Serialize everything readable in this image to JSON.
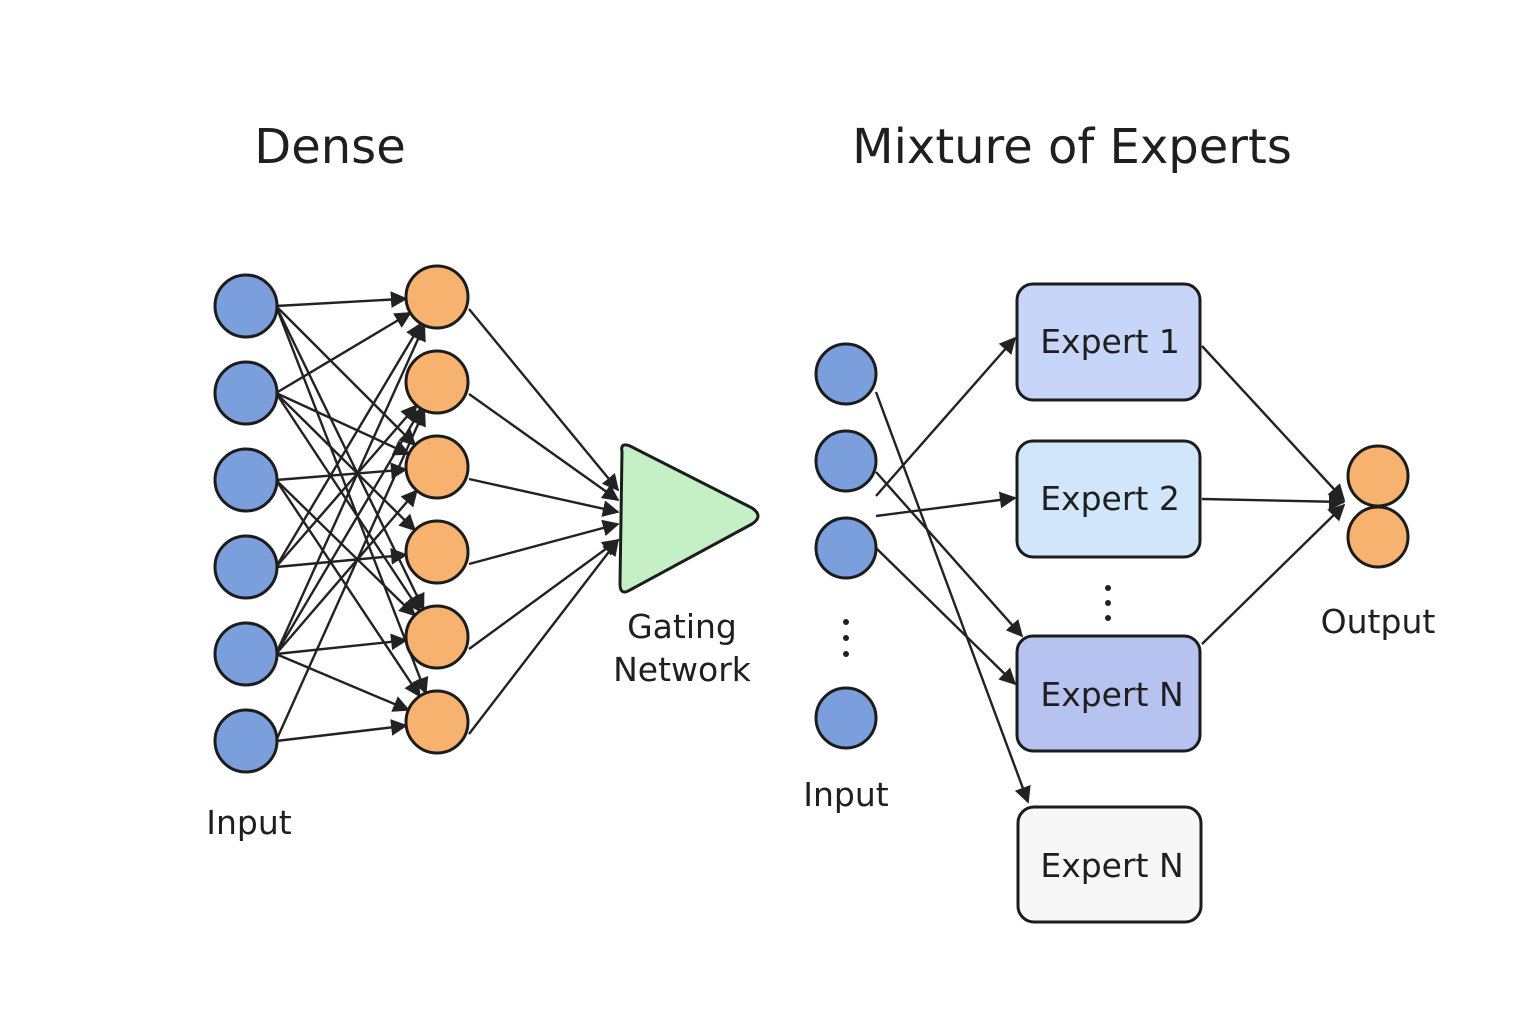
{
  "dense": {
    "title": "Dense",
    "input_label": "Input",
    "gating_label_line1": "Gating",
    "gating_label_line2": "Network",
    "input_node_count": 6,
    "hidden_node_count": 6
  },
  "moe": {
    "title": "Mixture of Experts",
    "input_label": "Input",
    "output_label": "Output",
    "ellipsis": "⋮",
    "experts": [
      {
        "label": "Expert 1",
        "fill": "#c7d5f8"
      },
      {
        "label": "Expert 2",
        "fill": "#d1e6fb"
      },
      {
        "label": "Expert N",
        "fill": "#b6c3f0"
      },
      {
        "label": "Expert N",
        "fill": "#f7f7f7"
      }
    ]
  },
  "colors": {
    "input_node": "#7b9fdd",
    "hidden_node": "#f8b26f",
    "output_node": "#f8b26f",
    "gating": "#c5f0c6",
    "stroke": "#1c1c1c"
  }
}
